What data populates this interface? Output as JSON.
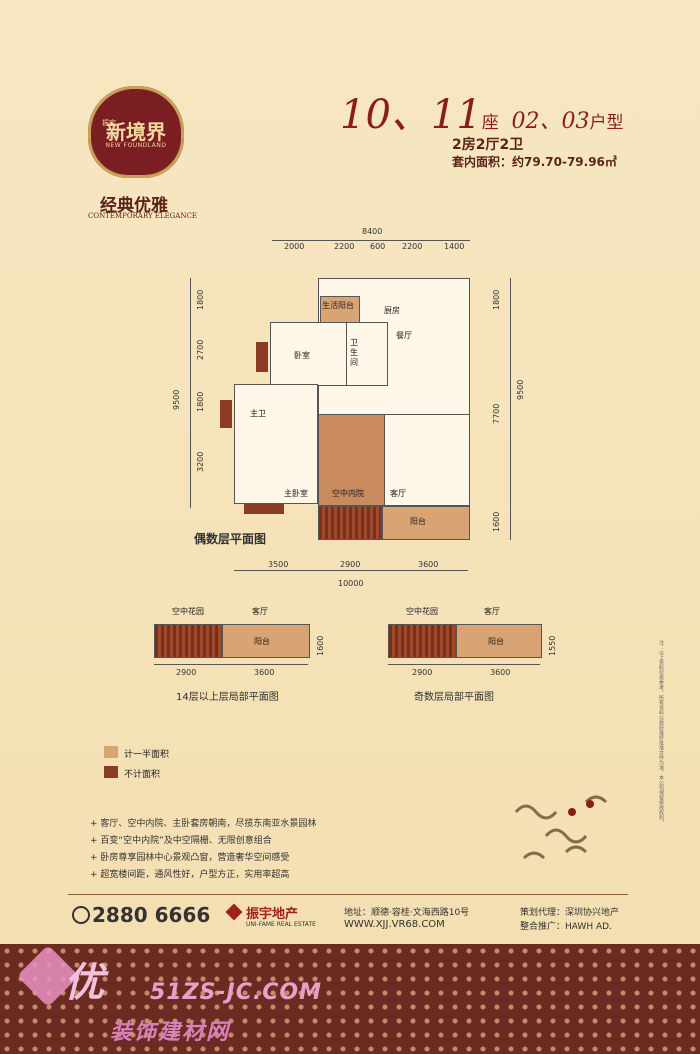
{
  "logo": {
    "main": "新境界",
    "small": "振宇",
    "en": "NEW FOUNDLAND"
  },
  "slogan": {
    "cn": "经典优雅",
    "en": "CONTEMPORARY ELEGANCE"
  },
  "title": {
    "buildings": "10、11",
    "zuo": "座",
    "units": "02、03",
    "type": "户型",
    "rooms": "2房2厅2卫",
    "area": "套内面积：约79.70-79.96㎡"
  },
  "dims_top": {
    "total": "8400",
    "a": "2000",
    "b": "2200",
    "c": "600",
    "d": "2200",
    "e": "1400"
  },
  "dims_left": {
    "total": "9500",
    "a": "1800",
    "b": "2700",
    "c": "1800",
    "d": "3200"
  },
  "dims_right": {
    "total": "9500",
    "a": "1800",
    "b": "7700",
    "c": "1600"
  },
  "dims_bottom": {
    "total": "10000",
    "a": "3500",
    "b": "2900",
    "c": "3600"
  },
  "rooms": {
    "balcony_life": "生活阳台",
    "kitchen": "厨房",
    "dining": "餐厅",
    "bedroom": "卧室",
    "bath": "卫生间",
    "main_bath": "主卫",
    "master": "主卧室",
    "courtyard": "空中内院",
    "living": "客厅",
    "balcony": "阳台"
  },
  "plan_labels": {
    "even": "偶数层平面图",
    "above14": "14层以上层局部平面图",
    "odd": "奇数层局部平面图"
  },
  "sub_plans": {
    "garden": "空中花园",
    "living": "客厅",
    "balcony": "阳台",
    "w1": "2900",
    "w2": "3600",
    "h_left": "1600",
    "h_right": "1550"
  },
  "legend": {
    "half": "计一半面积",
    "none": "不计面积"
  },
  "bullets": [
    "+ 客厅、空中内院、主卧套房朝南，尽揽东南亚水景园林",
    "+ 百变“空中内院”及中空隔栅、无限创意组合",
    "+ 卧房尊享园林中心景观凸窗，营造奢华空间感受",
    "+ 超宽楼间距，通风性好，户型方正，实用率超高"
  ],
  "footer": {
    "phone": "2880 6666",
    "brand": "振宇地产",
    "brand_en": "UNI-FAME REAL ESTATE",
    "address": "地址：顺德·容桂·文海西路10号",
    "website": "WWW.XJJ.VR68.COM",
    "agent": "策划代理：深圳协兴地产",
    "promo": "整合推广：HAWH AD."
  },
  "watermark": {
    "url": "51ZS-JC.COM",
    "site": "装饰建材网",
    "char": "优"
  },
  "disclaimer": "注：以上资料仅供参考，所有资料以政府最终批准文件为准，本公司保留修改权利。",
  "colors": {
    "background": "#f5e3b8",
    "brand_red": "#8a1c1c",
    "half_area": "#d8a474",
    "excluded": "#8a3b22"
  }
}
